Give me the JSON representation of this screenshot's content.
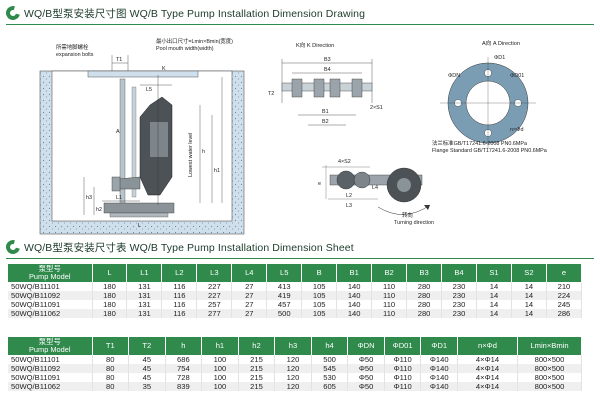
{
  "section1": {
    "title": "WQ/B型泵安装尺寸图 WQ/B Type Pump Installation Dimension Drawing"
  },
  "section2": {
    "title": "WQ/B型泵安装尺寸表 WQ/B Type Pump Installation Dimension Sheet"
  },
  "drawing": {
    "bolt_label_cn": "所需地脚螺栓",
    "bolt_label_en": "expansion bolts",
    "mouth_label_cn": "最小出口尺寸=Lmin×Bmin(宽度)",
    "mouth_label_en": "Pool mouth width(width)",
    "level_label": "Lowest water level",
    "k_direction": "K向 K Direction",
    "a_direction": "A向 A Direction",
    "flange_cn": "法兰标准GB/T17241.6-2008 PN0.6MPa",
    "flange_en": "Flange Standard GB/T17241.6-2008 PN0.6MPa",
    "turning_cn": "转向",
    "turning_en": "Turning direction",
    "dims": {
      "T1": "T1",
      "K": "K",
      "L5": "L5",
      "L1": "L1",
      "L": "L",
      "A": "A",
      "h": "h",
      "h1": "h1",
      "h2": "h2",
      "h3": "h3",
      "B1": "B1",
      "B2": "B2",
      "B3": "B3",
      "B4": "B4",
      "T2": "T2",
      "S1": "2×S1",
      "S2": "4×S2",
      "e": "e",
      "L2": "L2",
      "L3": "L3",
      "L4": "L4",
      "DN": "ΦDN",
      "D01": "ΦD01",
      "D1": "ΦD1",
      "nd": "n×Φd"
    }
  },
  "table1": {
    "headers": [
      "泵型号|Pump Model",
      "L",
      "L1",
      "L2",
      "L3",
      "L4",
      "L5",
      "B",
      "B1",
      "B2",
      "B3",
      "B4",
      "S1",
      "S2",
      "e"
    ],
    "rows": [
      [
        "50WQ/B11101",
        "180",
        "131",
        "116",
        "227",
        "27",
        "413",
        "105",
        "140",
        "110",
        "280",
        "230",
        "14",
        "14",
        "210"
      ],
      [
        "50WQ/B11092",
        "180",
        "131",
        "116",
        "227",
        "27",
        "419",
        "105",
        "140",
        "110",
        "280",
        "230",
        "14",
        "14",
        "224"
      ],
      [
        "50WQ/B11091",
        "180",
        "131",
        "116",
        "257",
        "27",
        "457",
        "105",
        "140",
        "110",
        "280",
        "230",
        "14",
        "14",
        "245"
      ],
      [
        "50WQ/B11062",
        "180",
        "131",
        "116",
        "277",
        "27",
        "500",
        "105",
        "140",
        "110",
        "280",
        "230",
        "14",
        "14",
        "286"
      ]
    ]
  },
  "table2": {
    "headers": [
      "泵型号|Pump Model",
      "T1",
      "T2",
      "h",
      "h1",
      "h2",
      "h3",
      "h4",
      "ΦDN",
      "ΦD01",
      "ΦD1",
      "n×Φd",
      "Lmin×Bmin"
    ],
    "rows": [
      [
        "50WQ/B11101",
        "80",
        "45",
        "686",
        "100",
        "215",
        "120",
        "500",
        "Φ50",
        "Φ110",
        "Φ140",
        "4×Φ14",
        "800×500"
      ],
      [
        "50WQ/B11092",
        "80",
        "45",
        "754",
        "100",
        "215",
        "120",
        "545",
        "Φ50",
        "Φ110",
        "Φ140",
        "4×Φ14",
        "800×500"
      ],
      [
        "50WQ/B11091",
        "80",
        "45",
        "728",
        "100",
        "215",
        "120",
        "530",
        "Φ50",
        "Φ110",
        "Φ140",
        "4×Φ14",
        "800×500"
      ],
      [
        "50WQ/B11062",
        "80",
        "35",
        "839",
        "100",
        "215",
        "120",
        "605",
        "Φ50",
        "Φ110",
        "Φ140",
        "4×Φ14",
        "800×500"
      ]
    ]
  }
}
